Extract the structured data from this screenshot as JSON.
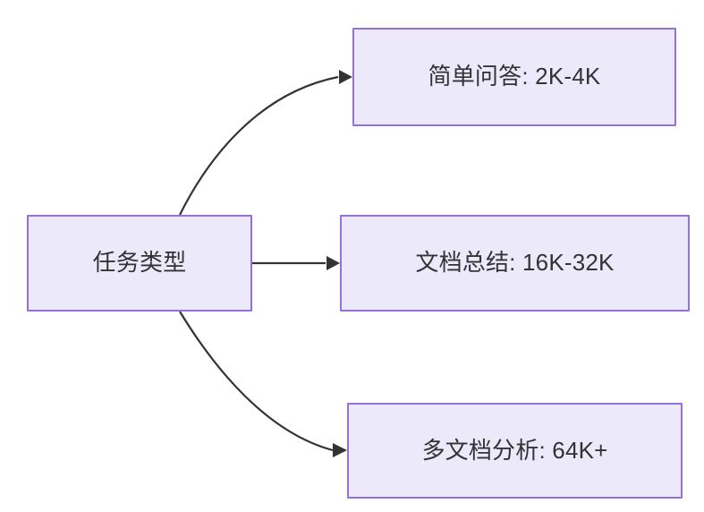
{
  "diagram": {
    "type": "flowchart",
    "direction": "left-to-right",
    "background_color": "#ffffff",
    "node_fill_color": "#ece9fb",
    "node_border_color": "#9370db",
    "text_color": "#333333",
    "edge_color": "#333333",
    "root": {
      "id": "root",
      "label": "任务类型"
    },
    "branches": [
      {
        "id": "simple-qa",
        "label": "简单问答: 2K-4K",
        "edge_style": "curved-up",
        "edge_arrow": "arrow-head-icon"
      },
      {
        "id": "doc-summary",
        "label": "文档总结: 16K-32K",
        "edge_style": "straight",
        "edge_arrow": "arrow-head-icon"
      },
      {
        "id": "multi-doc",
        "label": "多文档分析: 64K+",
        "edge_style": "curved-down",
        "edge_arrow": "arrow-head-icon"
      }
    ]
  }
}
